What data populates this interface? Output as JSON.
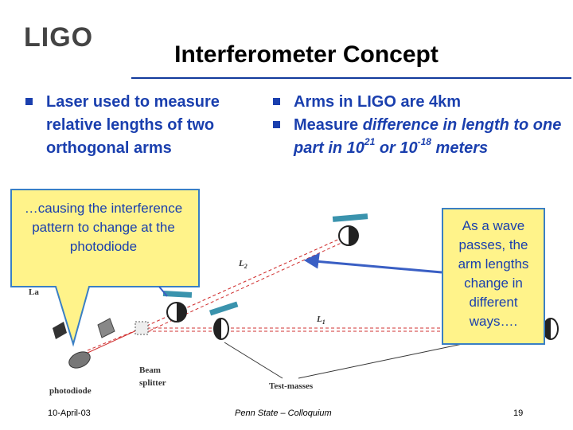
{
  "logo": {
    "text": "LIGO"
  },
  "title": "Interferometer Concept",
  "bullets_left": [
    "Laser used to measure relative  lengths of two orthogonal arms"
  ],
  "bullets_right": {
    "item1": "Arms in LIGO are 4km",
    "item2_pre": "Measure ",
    "item2_italic": "difference in length to one part in 10",
    "item2_sup1": "21",
    "item2_mid": " or 10",
    "item2_sup2": "-18",
    "item2_end": " meters"
  },
  "callout_left": "…causing the interference pattern to change at the photodiode",
  "callout_right": "As a wave passes,  the arm lengths change in different ways….",
  "diagram_labels": {
    "photodiode": "photodiode",
    "beam_splitter_1": "Beam",
    "beam_splitter_2": "splitter",
    "test_masses": "Test-masses",
    "l1": "L",
    "l1_sub": "1",
    "l2": "L",
    "l2_sub": "2",
    "laser_fragment": "La"
  },
  "footer": {
    "date": "10-April-03",
    "event": "Penn State – Colloquium",
    "page": "19"
  },
  "colors": {
    "blue_text": "#1a3fae",
    "callout_fill": "#fff38a",
    "mirror_blue": "#3a93ad",
    "beam_red": "#d03030"
  }
}
